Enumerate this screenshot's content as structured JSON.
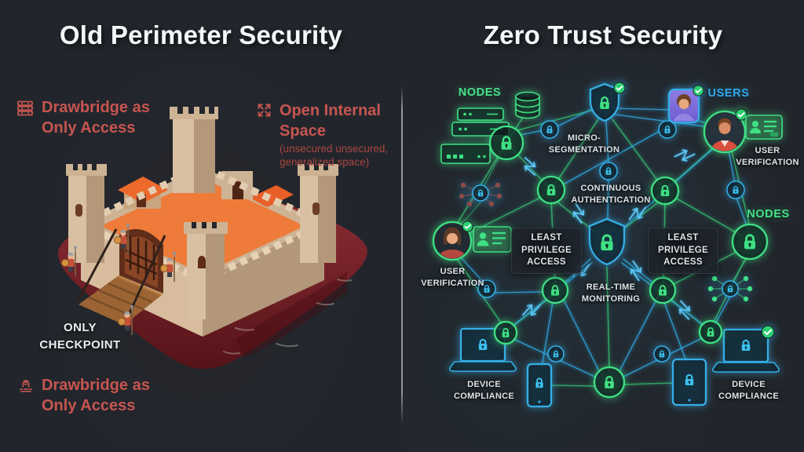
{
  "left": {
    "title": "Old Perimeter Security",
    "callout_top_left": {
      "icon": "drawbridge-grid-icon",
      "text": "Drawbridge as Only Access"
    },
    "callout_top_right": {
      "icon": "expand-arrows-icon",
      "title": "Open Internal Space",
      "subtitle": "(unsecured unsecured, generalized space)"
    },
    "checkpoint_label": "ONLY CHECKPOINT",
    "callout_bottom_left": {
      "icon": "drawbridge-bell-icon",
      "text": "Drawbridge as Only Access"
    }
  },
  "right": {
    "title": "Zero Trust Security",
    "labels": {
      "nodes_top": "NODES",
      "users": "USERS",
      "micro_segmentation": "MICRO-SEGMENTATION",
      "continuous_authentication": "CONTINUOUS AUTHENTICATION",
      "user_verification_right": "USER VERIFICATION",
      "user_verification_left": "USER VERIFICATION",
      "least_privilege_left": "LEAST PRIVILEGE ACCESS",
      "least_privilege_right": "LEAST PRIVILEGE ACCESS",
      "nodes_right": "NODES",
      "realtime_monitoring": "REAL-TIME MONITORING",
      "device_compliance_left": "DEVICE COMPLIANCE",
      "device_compliance_right": "DEVICE COMPLIANCE"
    }
  },
  "colors": {
    "background": "#22262c",
    "accent_red": "#c75550",
    "neon_green": "#3fe084",
    "neon_blue": "#35aee6",
    "title_white": "#f4f6f7",
    "moat_red": "#7d2630",
    "castle_tan": "#d7bd9e",
    "roof_orange": "#ee6a2c"
  }
}
